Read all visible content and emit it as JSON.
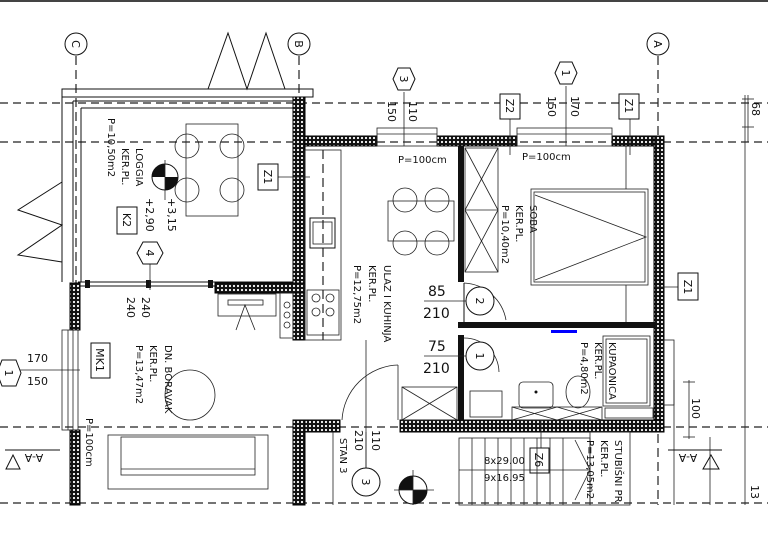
{
  "grid_axes": [
    "C",
    "B",
    "A"
  ],
  "markers": {
    "window_3": "3",
    "window_1_top": "1",
    "window_4": "4",
    "window_1_left": "1",
    "door_2": "2",
    "door_1": "1",
    "door_3": "3"
  },
  "dimensions": {
    "w3_width": "150",
    "w3_height": "110",
    "w1_width": "150",
    "w1_height": "170",
    "w4_top": "240",
    "w4_bottom": "240",
    "w1_left_top": "170",
    "w1_left_bottom": "150",
    "d2_width": "85",
    "d2_height": "210",
    "d1_width": "75",
    "d1_height": "210",
    "d3_width": "110",
    "d3_height": "210",
    "right_68": "68",
    "right_100": "100",
    "right_13": "13"
  },
  "tags": {
    "z2": "Z2",
    "z1_top": "Z1",
    "z1_kitchen": "Z1",
    "z1_right": "Z1",
    "z6": "Z6",
    "k2": "K2",
    "mk1": "MK1"
  },
  "sill_notes": {
    "w3": "P=100cm",
    "w1": "P=100cm",
    "left": "P=100cm"
  },
  "levels": {
    "upper": "+3,15",
    "lower": "+2,90"
  },
  "rooms": {
    "loggia": {
      "name": "LOGGIA",
      "floor": "KER.PL.",
      "area": "P=10,50m2"
    },
    "living": {
      "name": "DN. BORAVAK",
      "floor": "KER.PL.",
      "area": "P=13,47m2"
    },
    "kitchen": {
      "name": "ULAZ I KUHINJA",
      "floor": "KER.PL.",
      "area": "P=12,75m2"
    },
    "bedroom": {
      "name": "SOBA",
      "floor": "KER.PL.",
      "area": "P=10,40m2"
    },
    "bathroom": {
      "name": "KUPAONICA",
      "floor": "KER.PL.",
      "area": "P=4,80m2"
    },
    "stairwell": {
      "name": "STUBIŠNI PR",
      "floor": "KER.PL.",
      "area": "P=13,05m2"
    }
  },
  "unit_label": "STAN 3",
  "stairs": {
    "run": "8x29.00",
    "rise": "9x16.95"
  },
  "sections": {
    "left": "A-A",
    "right": "A-A"
  },
  "colors": {
    "wall": "#111111",
    "line": "#111111",
    "marker_blue": "#0000ff"
  }
}
